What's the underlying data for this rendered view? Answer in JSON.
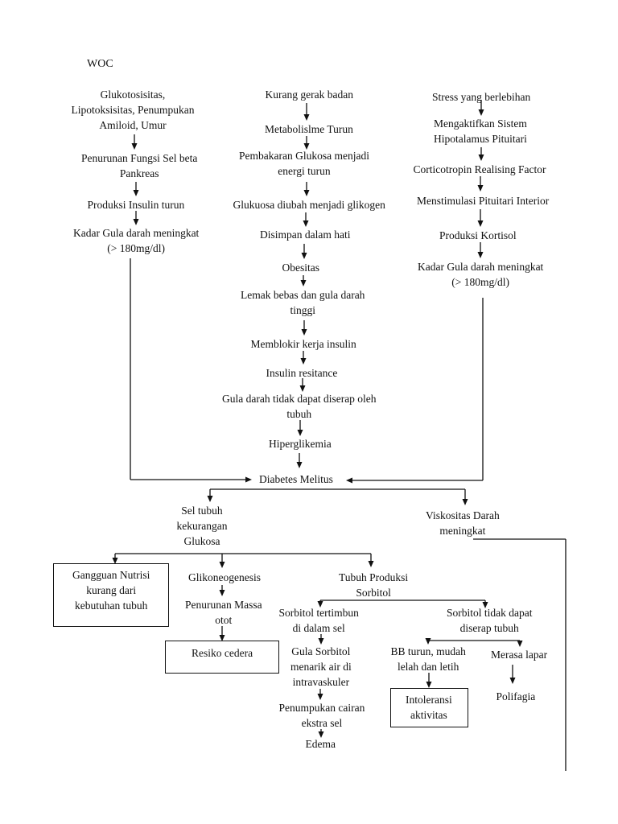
{
  "title": "WOC",
  "left_column": {
    "n1": [
      "Glukotosisitas,",
      "Lipotoksisitas, Penumpukan",
      "Amiloid, Umur"
    ],
    "n2": [
      "Penurunan Fungsi Sel beta",
      "Pankreas"
    ],
    "n3": [
      "Produksi Insulin turun"
    ],
    "n4": [
      "Kadar Gula darah meningkat",
      "(> 180mg/dl)"
    ]
  },
  "middle_column": {
    "n1": [
      "Kurang gerak badan"
    ],
    "n2": [
      "Metabolislme Turun"
    ],
    "n3": [
      "Pembakaran Glukosa menjadi",
      "energi turun"
    ],
    "n4": [
      "Glukuosa diubah menjadi glikogen"
    ],
    "n5": [
      "Disimpan dalam hati"
    ],
    "n6": [
      "Obesitas"
    ],
    "n7": [
      "Lemak bebas dan gula darah",
      "tinggi"
    ],
    "n8": [
      "Memblokir kerja insulin"
    ],
    "n9": [
      "Insulin resitance"
    ],
    "n10": [
      "Gula darah tidak dapat diserap oleh",
      "tubuh"
    ],
    "n11": [
      "Hiperglikemia"
    ]
  },
  "right_column": {
    "n1": [
      "Stress yang berlebihan"
    ],
    "n2": [
      "Mengaktifkan Sistem",
      "Hipotalamus Pituitari"
    ],
    "n3": [
      "Corticotropin Realising Factor"
    ],
    "n4": [
      "Menstimulasi Pituitari Interior"
    ],
    "n5": [
      "Produksi Kortisol"
    ],
    "n6": [
      "Kadar Gula darah meningkat",
      "(> 180mg/dl)"
    ]
  },
  "center": {
    "diabetes": [
      "Diabetes Melitus"
    ],
    "sel_tubuh": [
      "Sel tubuh",
      "kekurangan",
      "Glukosa"
    ],
    "viskositas": [
      "Viskositas Darah",
      "meningkat"
    ]
  },
  "bottom": {
    "gangguan": [
      "Gangguan  Nutrisi",
      "kurang dari",
      "kebutuhan tubuh"
    ],
    "glikoneogenesis": [
      "Glikoneogenesis"
    ],
    "penurunan_massa": [
      "Penurunan Massa",
      "otot"
    ],
    "resiko": [
      "Resiko cedera"
    ],
    "tubuh_produksi": [
      "Tubuh Produksi",
      "Sorbitol"
    ],
    "sorbitol_tertimbun": [
      "Sorbitol tertimbun",
      "di dalam sel"
    ],
    "gula_sorbitol": [
      "Gula Sorbitol",
      "menarik air di",
      "intravaskuler"
    ],
    "penumpukan": [
      "Penumpukan cairan",
      "ekstra sel"
    ],
    "edema": [
      "Edema"
    ],
    "sorbitol_tidak": [
      "Sorbitol tidak dapat",
      "diserap tubuh"
    ],
    "bb_turun": [
      "BB turun, mudah",
      "lelah dan letih"
    ],
    "intoleransi": [
      "Intoleransi",
      "aktivitas"
    ],
    "merasa_lapar": [
      "Merasa lapar"
    ],
    "polifagia": [
      "Polifagia"
    ]
  }
}
